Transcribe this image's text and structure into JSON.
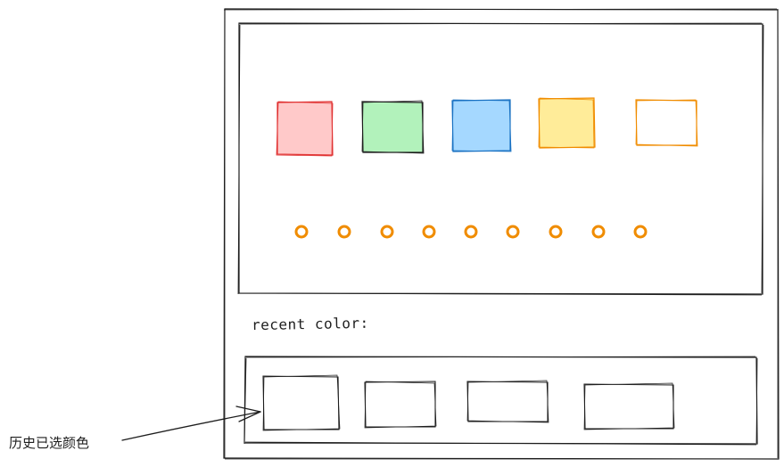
{
  "palette": {
    "swatches": [
      {
        "fill": "#ffc9c9",
        "stroke": "#e03131"
      },
      {
        "fill": "#b2f2bb",
        "stroke": "#1e1e1e"
      },
      {
        "fill": "#a5d8ff",
        "stroke": "#1971c2"
      },
      {
        "fill": "#ffec99",
        "stroke": "#f08c00"
      },
      {
        "fill": "transparent",
        "stroke": "#f08c00"
      }
    ],
    "dots": {
      "count": 9,
      "color": "#f08c00"
    }
  },
  "recent": {
    "label": "recent color:",
    "slots": 4
  },
  "annotation": {
    "text": "历史已选颜色"
  },
  "colors": {
    "ink": "#1e1e1e"
  }
}
